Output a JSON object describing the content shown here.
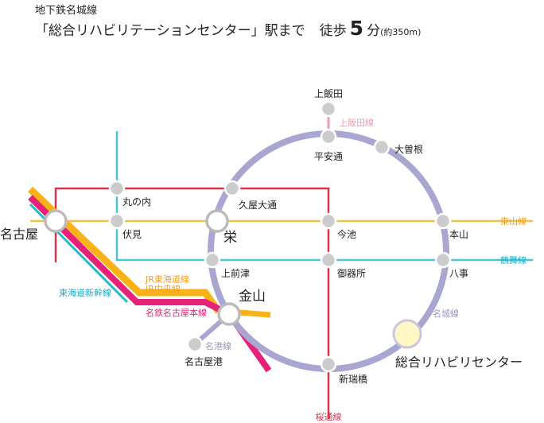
{
  "header": {
    "subtitle": "地下鉄名城線",
    "route": "「総合リハビリテーションセンター」駅まで",
    "walk_label": "徒歩",
    "walk_minutes": "5",
    "walk_unit": "分",
    "walk_distance": "(約350m)"
  },
  "lines": {
    "kamiiida": {
      "name": "上飯田線",
      "color": "#e8a0b0"
    },
    "higashiyama": {
      "name": "東山線",
      "color": "#f2c046"
    },
    "tsurumai": {
      "name": "鶴舞線",
      "color": "#4cc4d8"
    },
    "meijo": {
      "name": "名城線",
      "color": "#a9a6d2"
    },
    "meiko": {
      "name": "名港線",
      "color": "#a9a6d2"
    },
    "sakuradori": {
      "name": "桜通線",
      "color": "#d9344a"
    },
    "tokaido_shinkansen": {
      "name": "東海道新幹線",
      "color": "#27b8d0"
    },
    "jr_tokaido": {
      "name": "JR東海道線",
      "color": "#fbb216"
    },
    "jr_chuo": {
      "name": "JR中央線",
      "color": "#fbb216"
    },
    "meitetsu": {
      "name": "名鉄名古屋本線",
      "color": "#e5217a"
    }
  },
  "stations": {
    "kamiiida": "上飯田",
    "heiando": "平安通",
    "ozone": "大曽根",
    "marunouchi": "丸の内",
    "hisaya": "久屋大通",
    "nagoya": "名古屋",
    "fushimi": "伏見",
    "sakae": "栄",
    "imaike": "今池",
    "motoyama": "本山",
    "kamimaezu": "上前津",
    "gokiso": "御器所",
    "yagoto": "八事",
    "kanayama": "金山",
    "nagoyako": "名古屋港",
    "shinmizuhashi": "新瑞橋",
    "destination": "総合リハビリセンター"
  }
}
